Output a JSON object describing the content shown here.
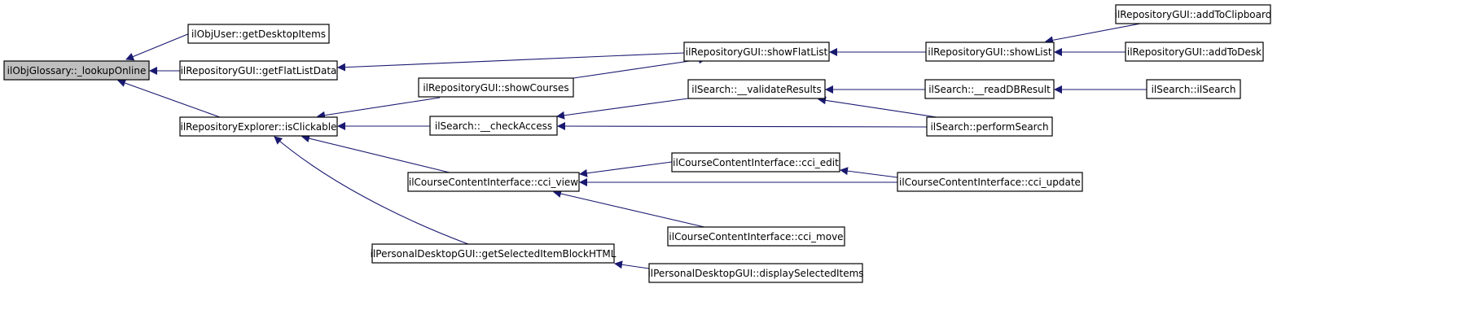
{
  "graph": {
    "root": "n0",
    "nodes": [
      {
        "id": "n0",
        "label": "ilObjGlossary::_lookupOnline"
      },
      {
        "id": "n1",
        "label": "ilObjUser::getDesktopItems"
      },
      {
        "id": "n2",
        "label": "ilRepositoryGUI::getFlatListData"
      },
      {
        "id": "n3",
        "label": "ilRepositoryExplorer::isClickable"
      },
      {
        "id": "n4",
        "label": "ilRepositoryGUI::showFlatList"
      },
      {
        "id": "n5",
        "label": "ilRepositoryGUI::showList"
      },
      {
        "id": "n6",
        "label": "ilRepositoryGUI::addToClipboard"
      },
      {
        "id": "n7",
        "label": "ilRepositoryGUI::addToDesk"
      },
      {
        "id": "n8",
        "label": "ilRepositoryGUI::showCourses"
      },
      {
        "id": "n9",
        "label": "ilSearch::__checkAccess"
      },
      {
        "id": "n10",
        "label": "ilSearch::__validateResults"
      },
      {
        "id": "n11",
        "label": "ilSearch::__readDBResult"
      },
      {
        "id": "n12",
        "label": "ilSearch::ilSearch"
      },
      {
        "id": "n13",
        "label": "ilSearch::performSearch"
      },
      {
        "id": "n14",
        "label": "ilCourseContentInterface::cci_view"
      },
      {
        "id": "n15",
        "label": "ilCourseContentInterface::cci_edit"
      },
      {
        "id": "n16",
        "label": "ilCourseContentInterface::cci_update"
      },
      {
        "id": "n17",
        "label": "ilCourseContentInterface::cci_move"
      },
      {
        "id": "n18",
        "label": "ilPersonalDesktopGUI::getSelectedItemBlockHTML"
      },
      {
        "id": "n19",
        "label": "ilPersonalDesktopGUI::displaySelectedItems"
      }
    ],
    "edges": [
      {
        "from": "n1",
        "to": "n0"
      },
      {
        "from": "n2",
        "to": "n0"
      },
      {
        "from": "n3",
        "to": "n0"
      },
      {
        "from": "n4",
        "to": "n2"
      },
      {
        "from": "n5",
        "to": "n4"
      },
      {
        "from": "n6",
        "to": "n5"
      },
      {
        "from": "n7",
        "to": "n5"
      },
      {
        "from": "n8",
        "to": "n3"
      },
      {
        "from": "n8",
        "to": "n4",
        "note": "edge drawn from showCourses toward showFlatList"
      },
      {
        "from": "n9",
        "to": "n3"
      },
      {
        "from": "n14",
        "to": "n3"
      },
      {
        "from": "n18",
        "to": "n3"
      },
      {
        "from": "n10",
        "to": "n9"
      },
      {
        "from": "n13",
        "to": "n9"
      },
      {
        "from": "n11",
        "to": "n10"
      },
      {
        "from": "n13",
        "to": "n10"
      },
      {
        "from": "n12",
        "to": "n11"
      },
      {
        "from": "n15",
        "to": "n14"
      },
      {
        "from": "n16",
        "to": "n14"
      },
      {
        "from": "n17",
        "to": "n14"
      },
      {
        "from": "n16",
        "to": "n15"
      },
      {
        "from": "n19",
        "to": "n18"
      }
    ]
  }
}
